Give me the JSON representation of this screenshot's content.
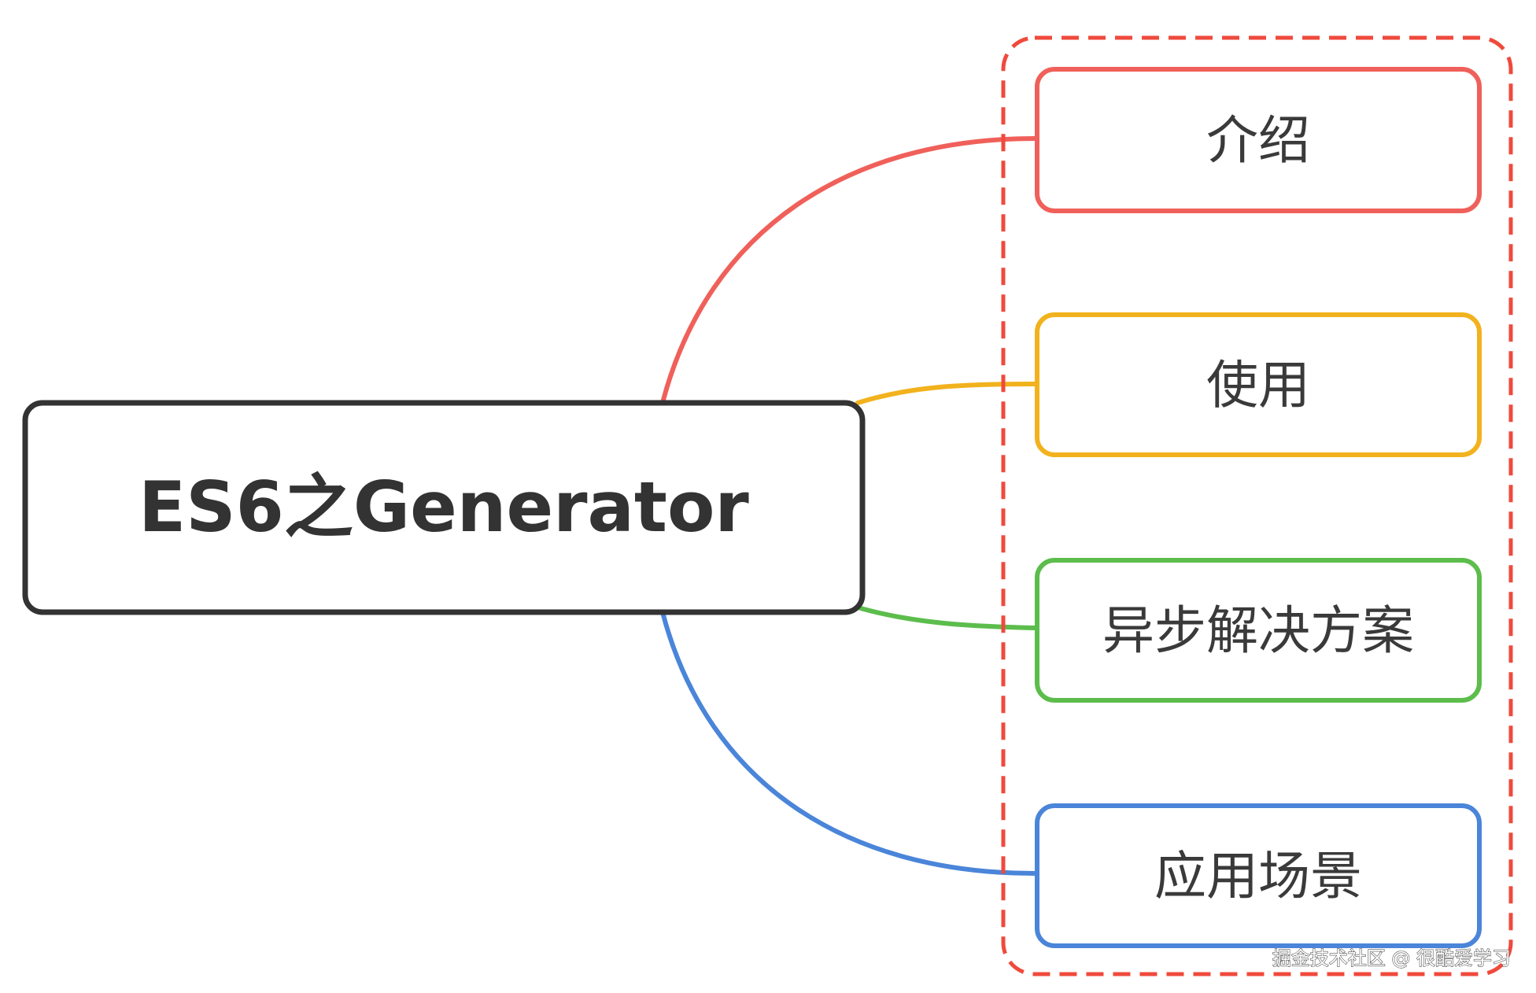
{
  "root": {
    "label": "ES6之Generator"
  },
  "branches": [
    {
      "label": "介绍",
      "color": "#f0605a"
    },
    {
      "label": "使用",
      "color": "#f2b21d"
    },
    {
      "label": "异步解决方案",
      "color": "#5cbd4c"
    },
    {
      "label": "应用场景",
      "color": "#4a85d9"
    }
  ],
  "group_border_color": "#ef4a3c",
  "root_border_color": "#333333",
  "watermark": "掘金技术社区 @ 很酷爱学习"
}
